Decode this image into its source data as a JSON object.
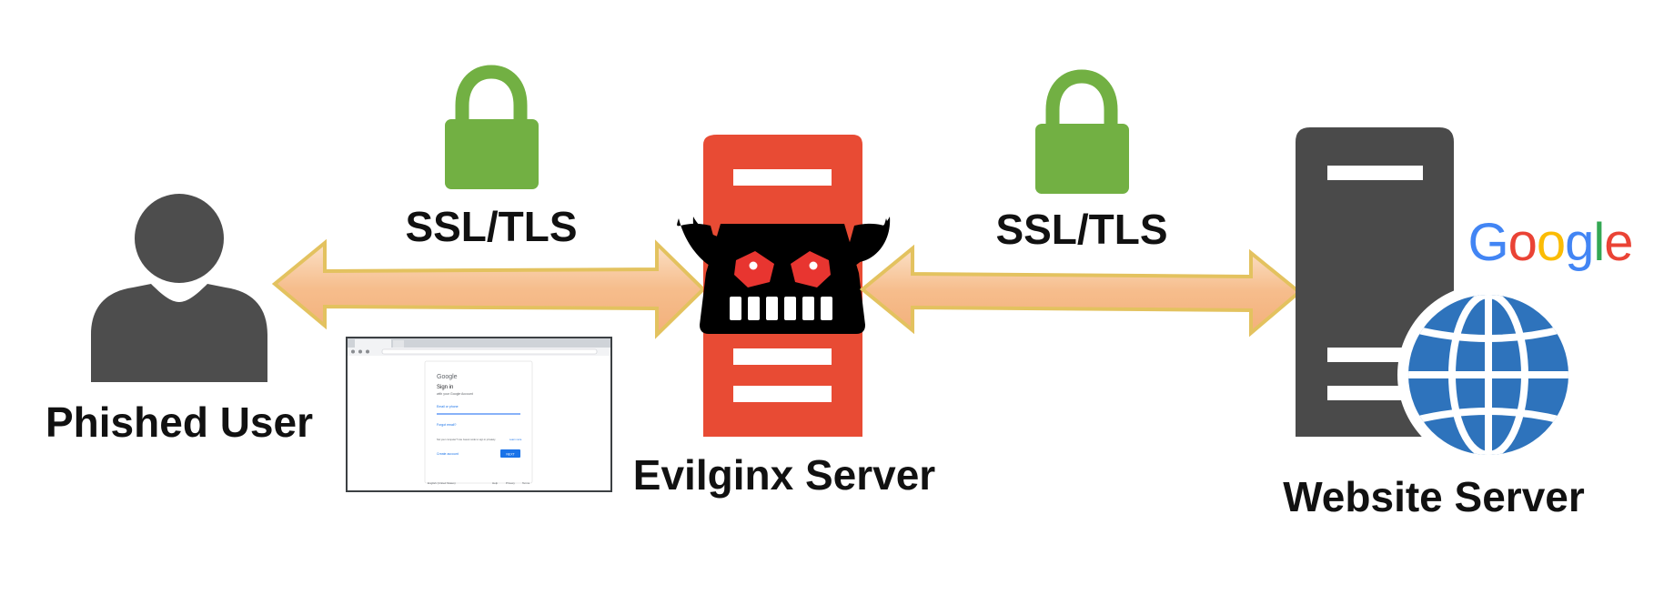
{
  "labels": {
    "phished_user": "Phished User",
    "evilginx_server": "Evilginx Server",
    "website_server": "Website Server",
    "ssl_left": "SSL/TLS",
    "ssl_right": "SSL/TLS",
    "google_logo": "Google"
  },
  "screenshot": {
    "google_text": "Google",
    "title": "Sign in",
    "subtitle": "with your Google Account",
    "field_label": "Email or phone",
    "forgot_email": "Forgot email?",
    "guest_text": "Not your computer? Use Guest mode to sign in privately.",
    "learn_more": "Learn more",
    "create_account": "Create account",
    "next_button": "NEXT",
    "footer_language": "English (United States)",
    "footer_help": "Help",
    "footer_privacy": "Privacy",
    "footer_terms": "Terms"
  },
  "colors": {
    "person": "#4d4d4d",
    "lock": "#72b043",
    "arrow_fill": "#f6c393",
    "arrow_stroke": "#e3c25f",
    "evilginx_server": "#e84b34",
    "website_server": "#4a4a4a",
    "globe": "#2e73bc",
    "google_blue": "#4285F4",
    "google_red": "#EA4335",
    "google_yellow": "#FBBC05",
    "google_green": "#34A853"
  }
}
